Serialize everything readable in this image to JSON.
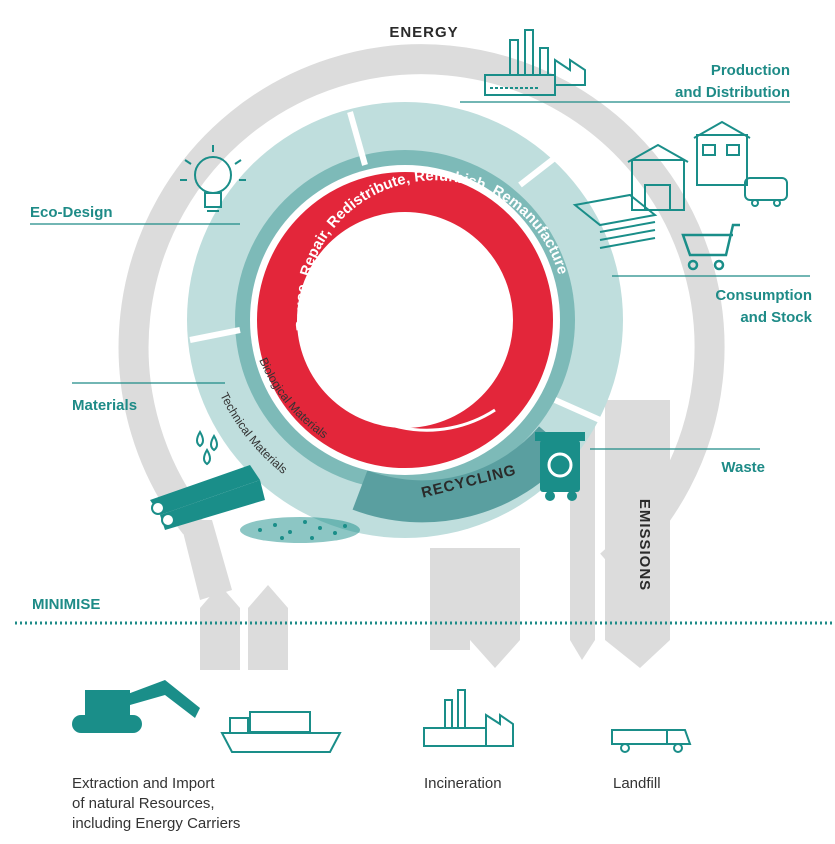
{
  "labels": {
    "energy": "ENERGY",
    "production_line1": "Production",
    "production_line2": "and Distribution",
    "eco_design": "Eco-Design",
    "consumption_line1": "Consumption",
    "consumption_line2": "and Stock",
    "materials": "Materials",
    "waste": "Waste",
    "recycling": "RECYCLING",
    "emissions": "EMISSIONS",
    "minimise": "MINIMISE",
    "biological_materials": "Biological Materials",
    "technical_materials": "Technical Materials",
    "inner_ring": "Reuse, Repair, Redistribute, Refurbish, Remanufacture"
  },
  "bottom": {
    "extraction_line1": "Extraction and Import",
    "extraction_line2": "of natural Resources,",
    "extraction_line3": "including Energy Carriers",
    "incineration": "Incineration",
    "landfill": "Landfill"
  },
  "colors": {
    "teal_label": "#1e8b87",
    "teal_icon": "#1a8e89",
    "ring_light": "#bfdedd",
    "ring_mid": "#7dbab8",
    "ring_dark": "#5a9fa0",
    "grey_flow": "#dcdcdc",
    "red_ring": "#e3263a"
  }
}
